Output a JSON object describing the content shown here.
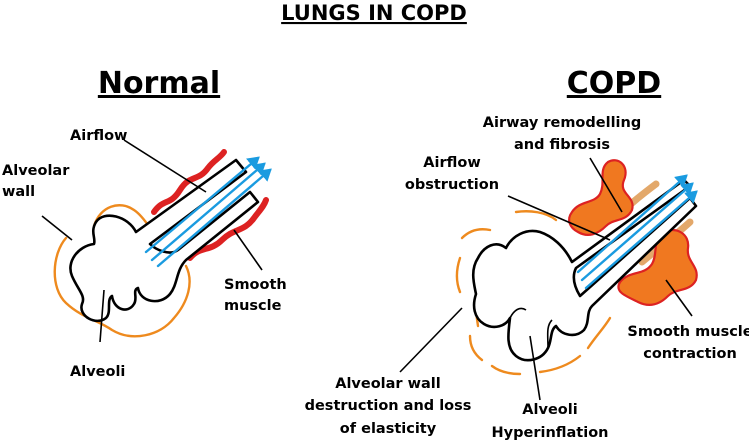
{
  "title": "LUNGS IN COPD",
  "panels": {
    "normal": {
      "heading": "Normal",
      "labels": {
        "airflow": "Airflow",
        "alveolar_wall_line1": "Alveolar",
        "alveolar_wall_line2": "wall",
        "smooth_muscle_line1": "Smooth",
        "smooth_muscle_line2": "muscle",
        "alveoli": "Alveoli"
      }
    },
    "copd": {
      "heading": "COPD",
      "labels": {
        "remodelling_line1": "Airway remodelling",
        "remodelling_line2": "and fibrosis",
        "obstruction_line1": "Airflow",
        "obstruction_line2": "obstruction",
        "contraction_line1": "Smooth muscle",
        "contraction_line2": "contraction",
        "destruction_line1": "Alveolar wall",
        "destruction_line2": "destruction and loss",
        "destruction_line3": "of elasticity",
        "alveoli_line1": "Alveoli",
        "alveoli_line2": "Hyperinflation"
      }
    }
  },
  "colors": {
    "outline": "#000000",
    "alveolar_wall": "#ee8a1e",
    "airflow_arrows": "#1a9be0",
    "smooth_muscle": "#dd2222",
    "fibrosis_fill": "#f07820",
    "remodelling_tan": "#e3a86a"
  }
}
